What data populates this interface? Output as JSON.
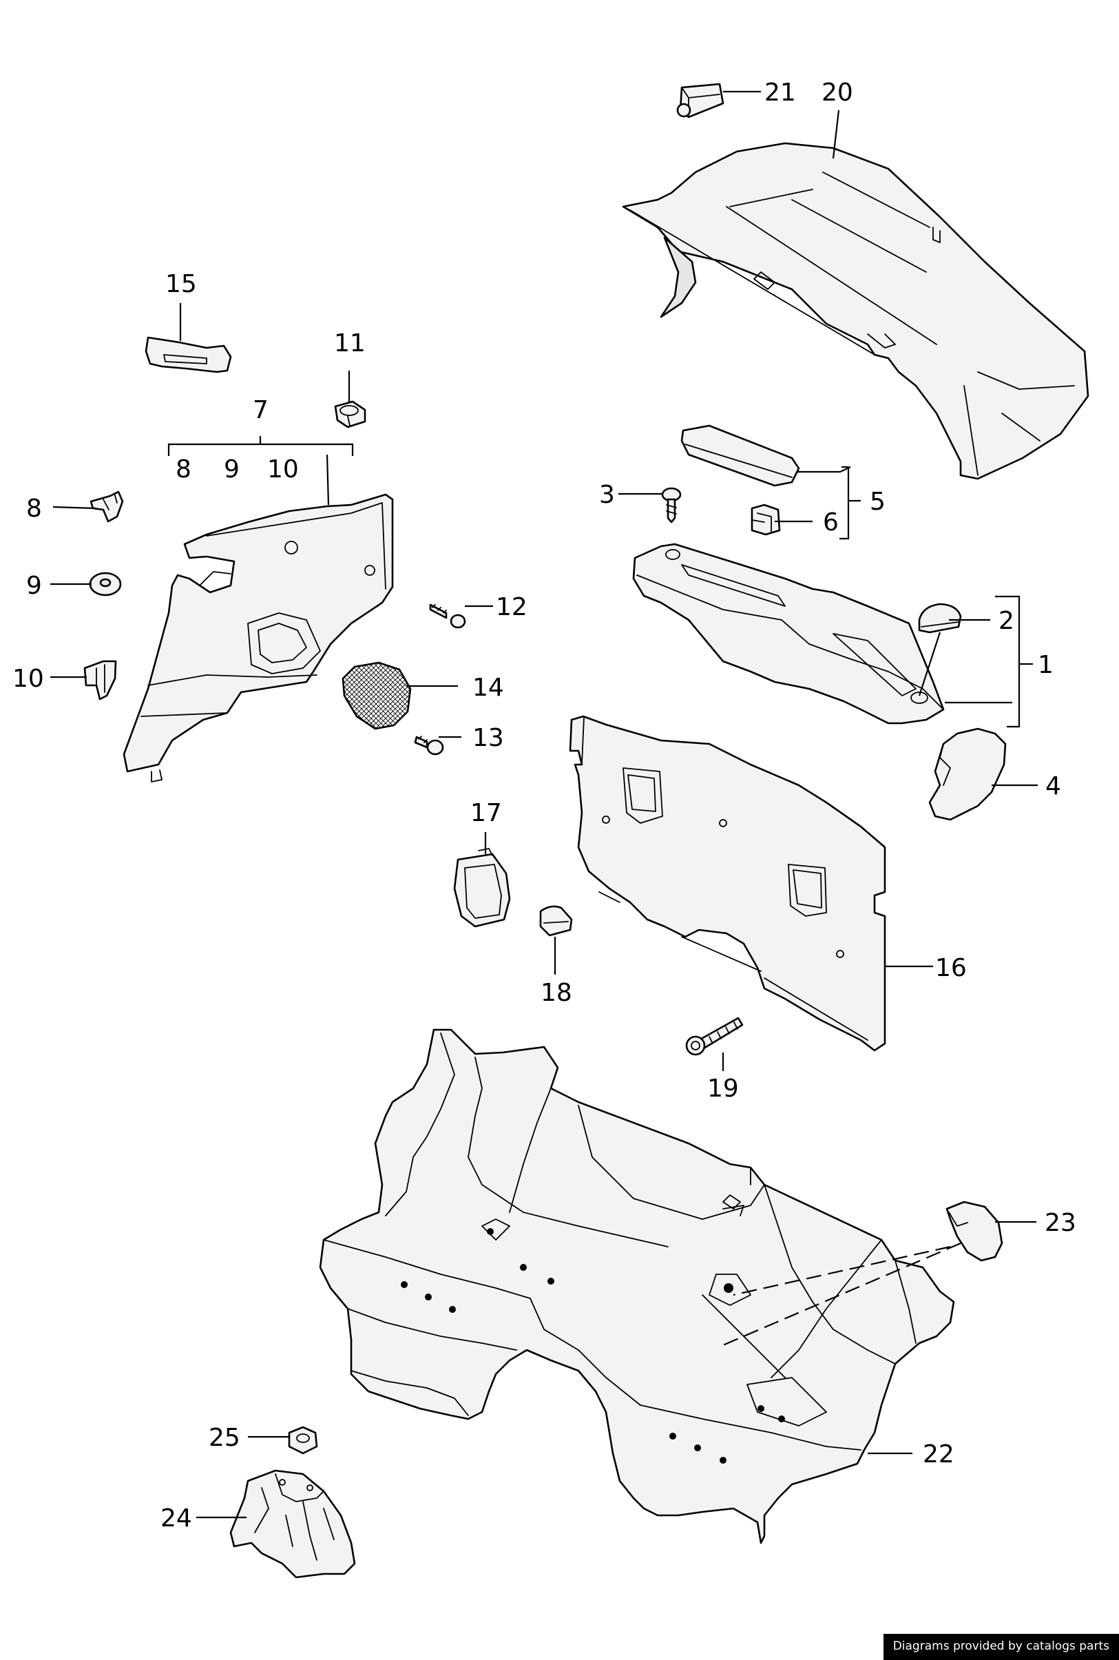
{
  "callouts": [
    {
      "label": "1"
    },
    {
      "label": "2"
    },
    {
      "label": "3"
    },
    {
      "label": "4"
    },
    {
      "label": "5"
    },
    {
      "label": "6"
    },
    {
      "label": "7"
    },
    {
      "label": "8"
    },
    {
      "label": "9"
    },
    {
      "label": "10"
    },
    {
      "label": "11"
    },
    {
      "label": "12"
    },
    {
      "label": "13"
    },
    {
      "label": "14"
    },
    {
      "label": "15"
    },
    {
      "label": "16"
    },
    {
      "label": "17"
    },
    {
      "label": "18"
    },
    {
      "label": "19"
    },
    {
      "label": "20"
    },
    {
      "label": "21"
    },
    {
      "label": "22"
    },
    {
      "label": "23"
    },
    {
      "label": "24"
    },
    {
      "label": "25"
    }
  ],
  "group7_sublabels": [
    "8",
    "9",
    "10"
  ],
  "footer": {
    "credit": "Diagrams provided by catalogs parts"
  }
}
